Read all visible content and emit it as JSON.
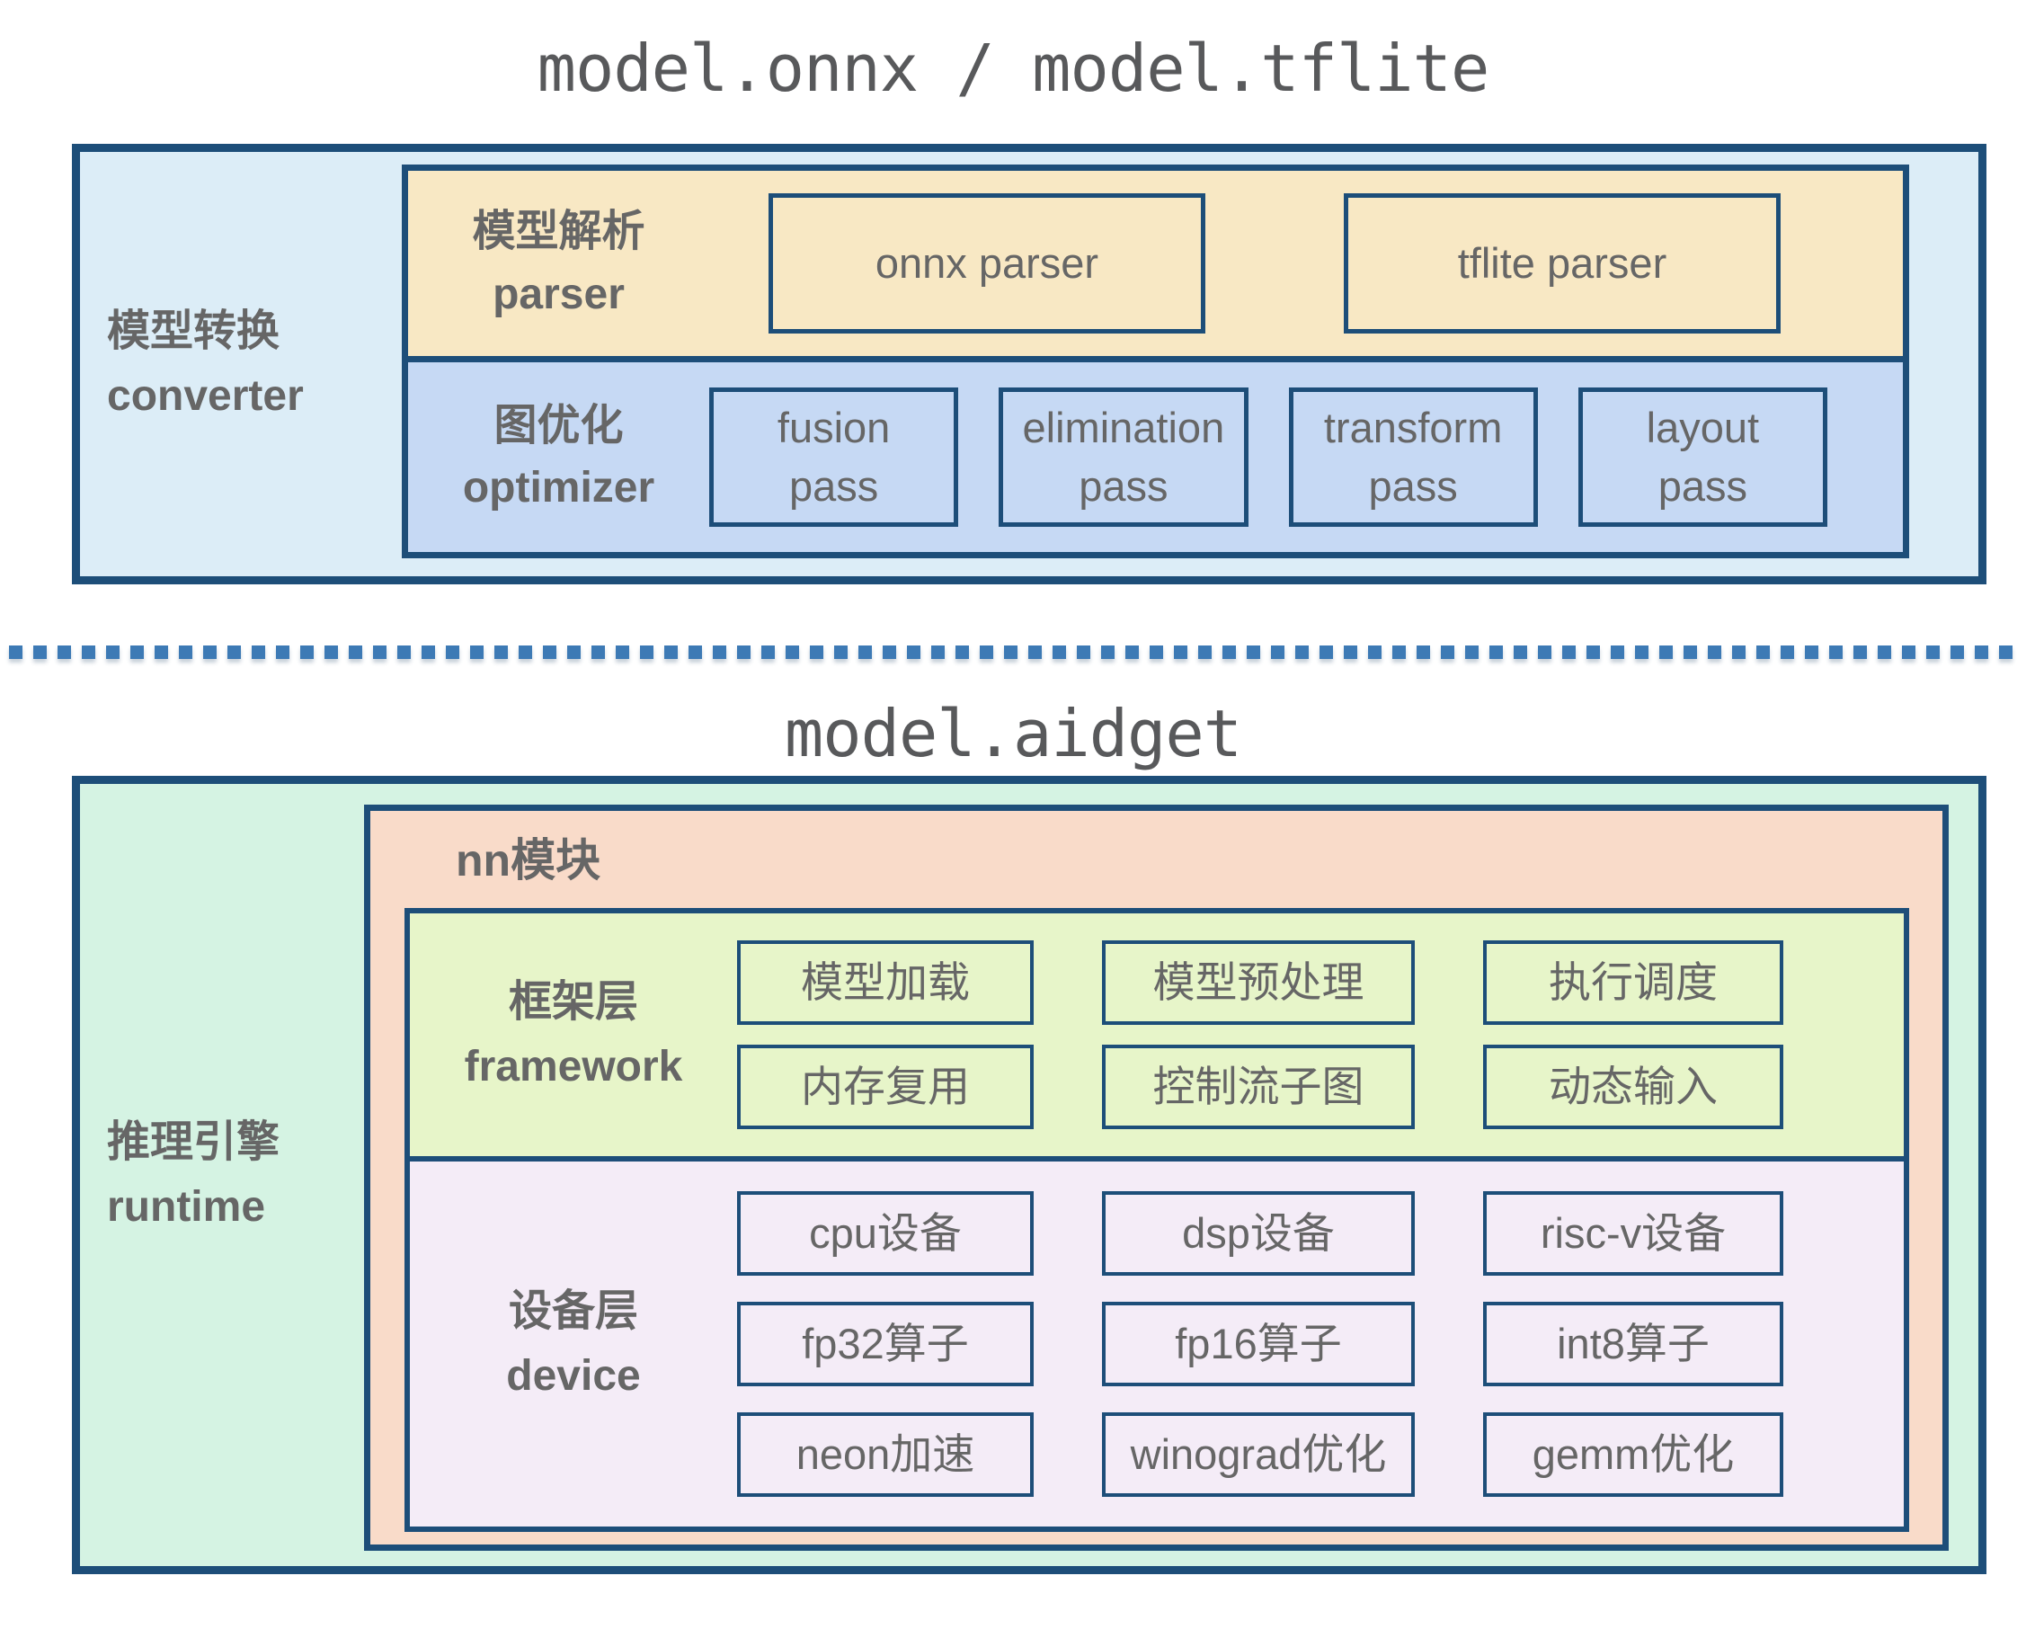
{
  "titles": {
    "top": "model.onnx / model.tflite",
    "bottom": "model.aidget"
  },
  "colors": {
    "border_navy": "#1d4e79",
    "converter_bg": "#dcedf7",
    "parser_bg": "#f8e8c4",
    "optimizer_bg": "#c6d9f4",
    "runtime_bg": "#d5f3e3",
    "nn_bg": "#f9dbc9",
    "framework_bg": "#e7f5c9",
    "device_bg": "#f4ecf7",
    "text_gray": "#666666",
    "title_gray": "#58595b",
    "divider_blue": "#3d7ab5"
  },
  "converter": {
    "label": "模型转换\nconverter",
    "parser": {
      "label": "模型解析\nparser",
      "items": [
        "onnx parser",
        "tflite parser"
      ]
    },
    "optimizer": {
      "label": "图优化\noptimizer",
      "items": [
        "fusion\npass",
        "elimination\npass",
        "transform\npass",
        "layout\npass"
      ]
    }
  },
  "runtime": {
    "label": "推理引擎\nruntime",
    "nn": {
      "label": "nn模块",
      "framework": {
        "label": "框架层\nframework",
        "rows": [
          [
            "模型加载",
            "模型预处理",
            "执行调度"
          ],
          [
            "内存复用",
            "控制流子图",
            "动态输入"
          ]
        ]
      },
      "device": {
        "label": "设备层\ndevice",
        "rows": [
          [
            "cpu设备",
            "dsp设备",
            "risc-v设备"
          ],
          [
            "fp32算子",
            "fp16算子",
            "int8算子"
          ],
          [
            "neon加速",
            "winograd优化",
            "gemm优化"
          ]
        ]
      }
    }
  }
}
